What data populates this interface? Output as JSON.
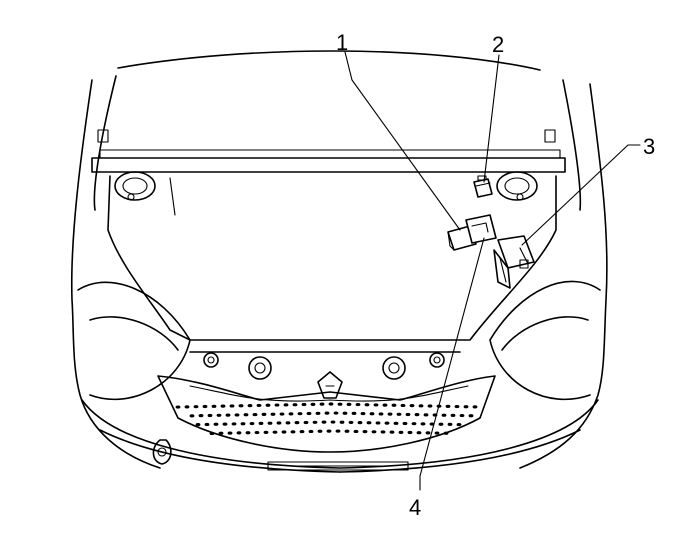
{
  "diagram": {
    "callouts": [
      {
        "label": "1"
      },
      {
        "label": "2"
      },
      {
        "label": "3"
      },
      {
        "label": "4"
      }
    ]
  }
}
